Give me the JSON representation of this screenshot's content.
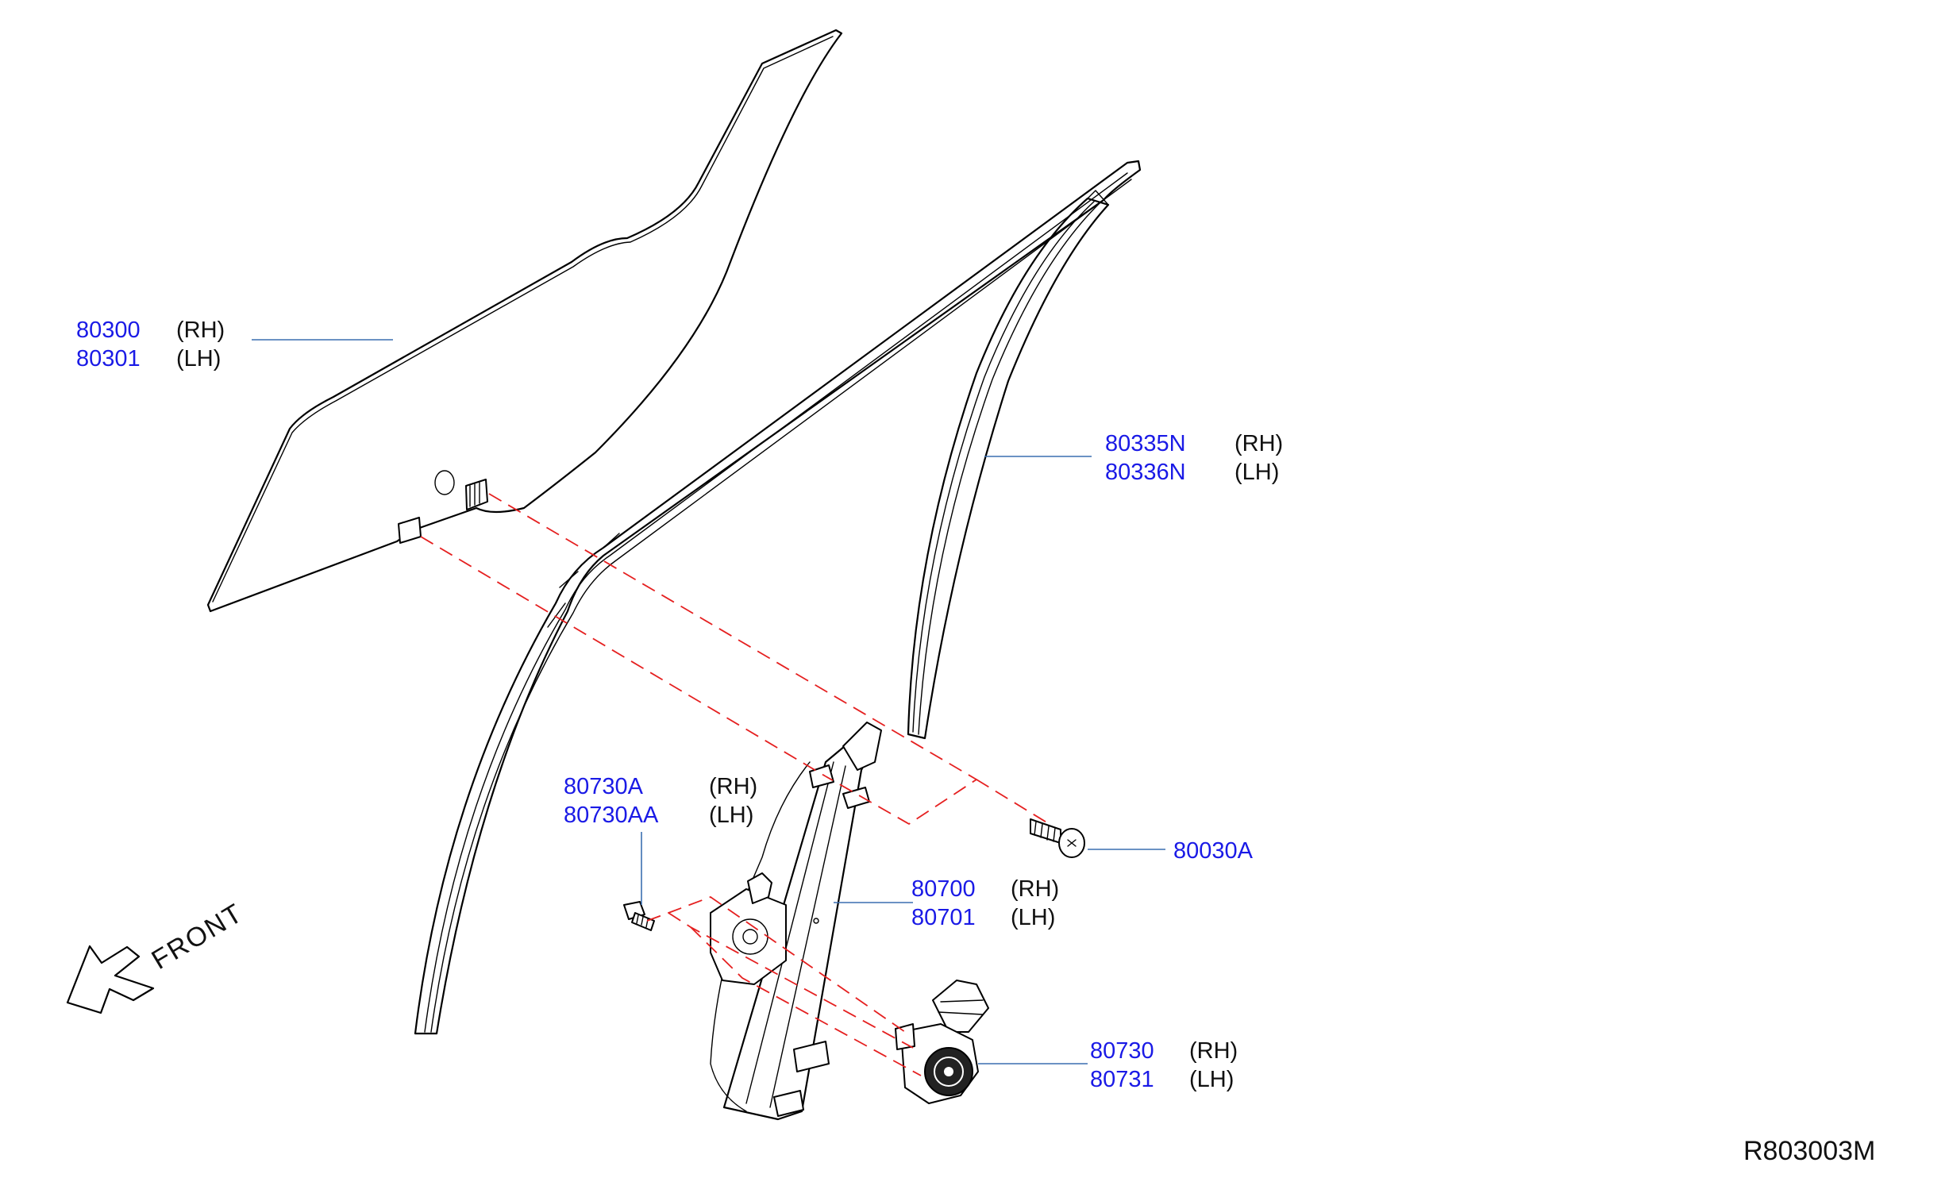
{
  "callouts": {
    "glass": {
      "rh_num": "80300",
      "rh_side": "(RH)",
      "lh_num": "80301",
      "lh_side": "(LH)"
    },
    "sash_rear": {
      "rh_num": "80335N",
      "rh_side": "(RH)",
      "lh_num": "80336N",
      "lh_side": "(LH)"
    },
    "motor_bolt": {
      "rh_num": "80730A",
      "rh_side": "(RH)",
      "lh_num": "80730AA",
      "lh_side": "(LH)"
    },
    "regulator": {
      "rh_num": "80700",
      "rh_side": "(RH)",
      "lh_num": "80701",
      "lh_side": "(LH)"
    },
    "motor": {
      "rh_num": "80730",
      "rh_side": "(RH)",
      "lh_num": "80731",
      "lh_side": "(LH)"
    },
    "bolt": {
      "num": "80030A"
    }
  },
  "front_label": "FRONT",
  "reference_code": "R803003M",
  "colors": {
    "part_number": "#1a1ae6",
    "label": "#111111",
    "dashed_line": "#e52020",
    "leader_line": "#3a6fb0",
    "outline": "#000000"
  }
}
